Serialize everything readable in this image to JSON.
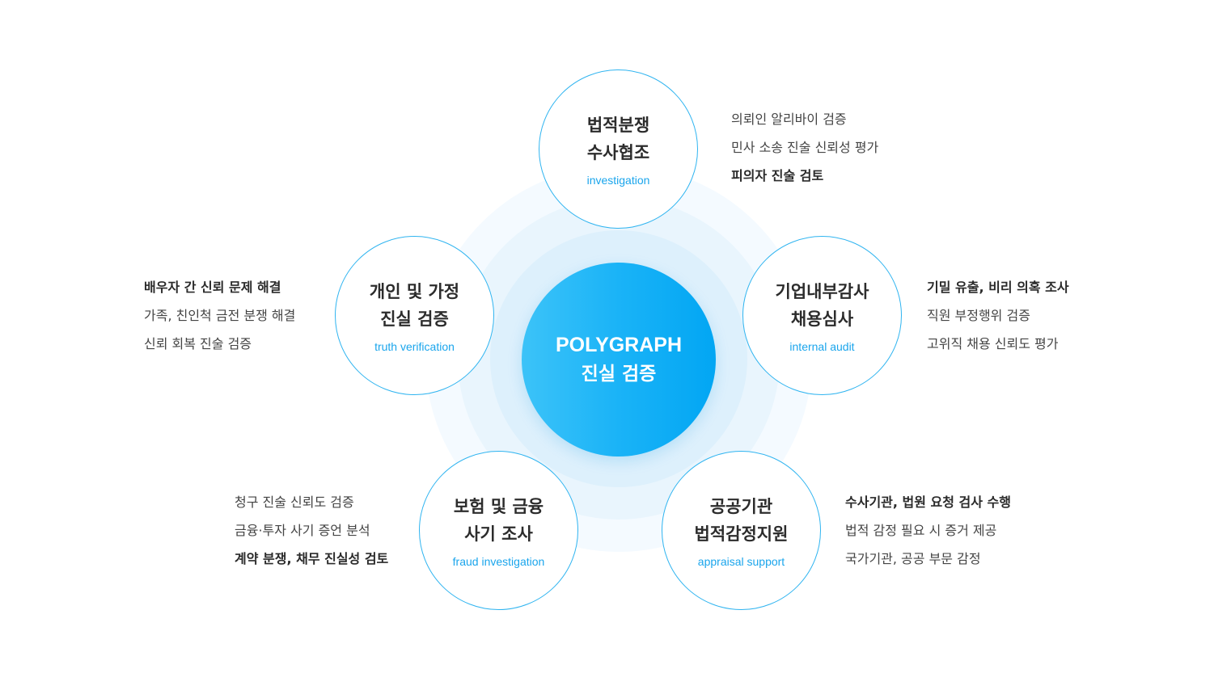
{
  "center": {
    "title": "POLYGRAPH",
    "subtitle": "진실 검증"
  },
  "nodes": {
    "top": {
      "line1": "법적분쟁",
      "line2": "수사협조",
      "sub": "investigation",
      "items": [
        {
          "text": "의뢰인 알리바이 검증",
          "bold": false
        },
        {
          "text": "민사 소송 진술 신뢰성 평가",
          "bold": false
        },
        {
          "text": "피의자 진술 검토",
          "bold": true
        }
      ]
    },
    "left": {
      "line1": "개인 및 가정",
      "line2": "진실 검증",
      "sub": "truth verification",
      "items": [
        {
          "text": "배우자 간 신뢰 문제 해결",
          "bold": true
        },
        {
          "text": "가족, 친인척 금전 분쟁 해결",
          "bold": false
        },
        {
          "text": "신뢰 회복 진술 검증",
          "bold": false
        }
      ]
    },
    "right": {
      "line1": "기업내부감사",
      "line2": "채용심사",
      "sub": "internal audit",
      "items": [
        {
          "text": "기밀 유출, 비리 의혹 조사",
          "bold": true
        },
        {
          "text": "직원 부정행위 검증",
          "bold": false
        },
        {
          "text": "고위직 채용 신뢰도 평가",
          "bold": false
        }
      ]
    },
    "bottom_left": {
      "line1": "보험 및 금융",
      "line2": "사기 조사",
      "sub": "fraud investigation",
      "items": [
        {
          "text": "청구 진술 신뢰도 검증",
          "bold": false
        },
        {
          "text": "금융·투자 사기 증언 분석",
          "bold": false
        },
        {
          "text": "계약 분쟁, 채무 진실성 검토",
          "bold": true
        }
      ]
    },
    "bottom_right": {
      "line1": "공공기관",
      "line2": "법적감정지원",
      "sub": "appraisal support",
      "items": [
        {
          "text": "수사기관, 법원 요청 검사 수행",
          "bold": true
        },
        {
          "text": "법적 감정 필요 시 증거 제공",
          "bold": false
        },
        {
          "text": "국가기관, 공공 부문 감정",
          "bold": false
        }
      ]
    }
  },
  "colors": {
    "accent": "#1ab3f7",
    "border": "#2fb4f0",
    "subtext": "#1aa5ec",
    "halo": "#ddf0fc"
  }
}
